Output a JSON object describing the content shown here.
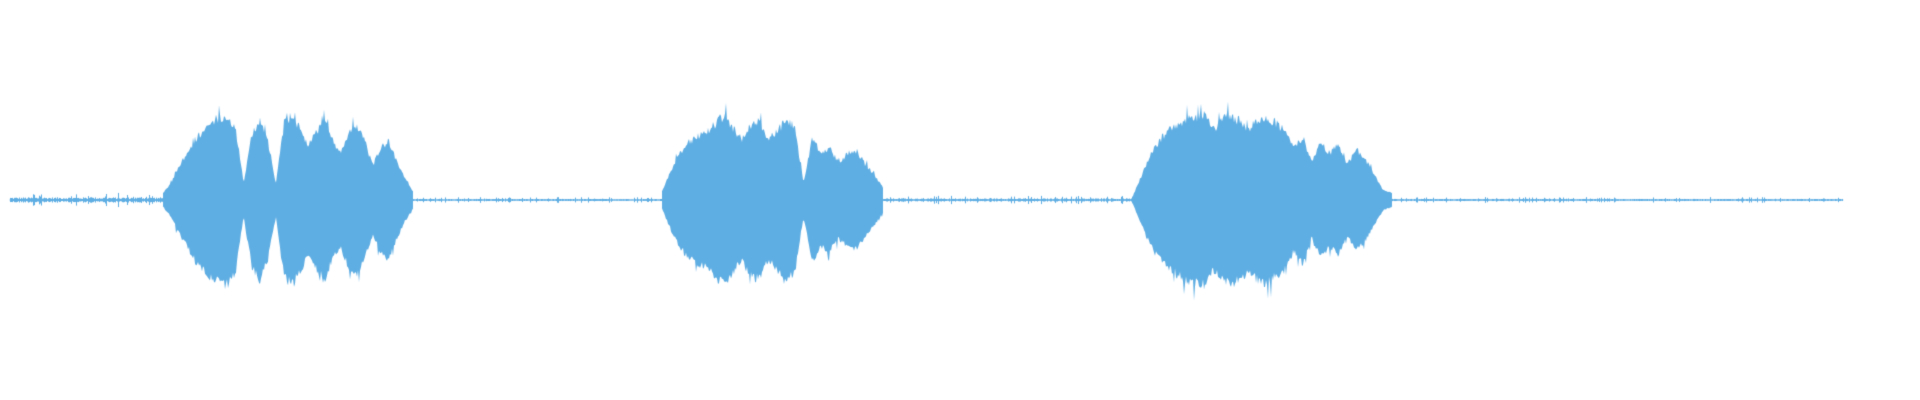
{
  "waveform": {
    "color": "#5FAEE3",
    "baseline_color": "#5FAEE3",
    "segments": [
      {
        "name": "segment-1",
        "start": 0.085,
        "end": 0.215,
        "envelope": [
          0.08,
          0.2,
          0.4,
          0.55,
          0.72,
          0.82,
          0.92,
          0.98,
          1.0,
          0.85,
          0.2,
          0.78,
          0.95,
          0.7,
          0.2,
          0.9,
          1.0,
          0.85,
          0.65,
          0.8,
          0.95,
          0.7,
          0.55,
          0.8,
          0.9,
          0.7,
          0.4,
          0.62,
          0.7,
          0.45,
          0.25,
          0.1
        ]
      },
      {
        "name": "segment-2",
        "start": 0.345,
        "end": 0.46,
        "envelope": [
          0.1,
          0.35,
          0.55,
          0.68,
          0.75,
          0.8,
          0.9,
          1.0,
          0.85,
          0.72,
          0.88,
          0.95,
          0.7,
          0.82,
          0.92,
          0.88,
          0.2,
          0.72,
          0.55,
          0.6,
          0.45,
          0.55,
          0.58,
          0.42,
          0.3,
          0.15
        ]
      },
      {
        "name": "segment-3",
        "start": 0.59,
        "end": 0.725,
        "envelope": [
          0.05,
          0.3,
          0.55,
          0.7,
          0.82,
          0.88,
          0.95,
          0.98,
          1.0,
          0.82,
          0.95,
          1.0,
          0.92,
          0.85,
          0.95,
          0.98,
          0.9,
          0.82,
          0.6,
          0.75,
          0.45,
          0.68,
          0.55,
          0.65,
          0.42,
          0.6,
          0.48,
          0.3,
          0.12,
          0.08
        ]
      }
    ],
    "noise_segments": [
      {
        "start": 0.005,
        "end": 0.085,
        "level": 0.05
      },
      {
        "start": 0.215,
        "end": 0.345,
        "level": 0.02
      },
      {
        "start": 0.46,
        "end": 0.59,
        "level": 0.03
      },
      {
        "start": 0.725,
        "end": 0.96,
        "level": 0.02
      }
    ]
  }
}
